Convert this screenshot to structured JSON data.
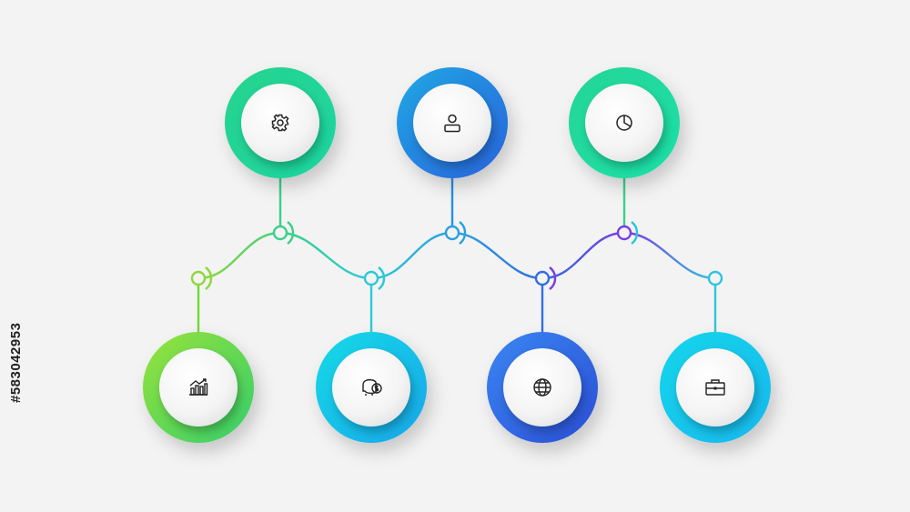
{
  "diagram": {
    "type": "timeline-infographic",
    "nodes": [
      {
        "id": "top-1",
        "row": "top",
        "icon": "gear-icon",
        "colors": [
          "#27d38f",
          "#1cd6a0"
        ]
      },
      {
        "id": "top-2",
        "row": "top",
        "icon": "user-icon",
        "colors": [
          "#1f9be0",
          "#2a6fe0"
        ]
      },
      {
        "id": "top-3",
        "row": "top",
        "icon": "pie-chart-icon",
        "colors": [
          "#22d596",
          "#1ee0a8"
        ]
      },
      {
        "id": "bottom-1",
        "row": "bottom",
        "icon": "bar-chart-growth-icon",
        "colors": [
          "#8ee03a",
          "#3ad26b"
        ]
      },
      {
        "id": "bottom-2",
        "row": "bottom",
        "icon": "piggy-bank-icon",
        "colors": [
          "#12d3e6",
          "#1ab0ea"
        ]
      },
      {
        "id": "bottom-3",
        "row": "bottom",
        "icon": "globe-icon",
        "colors": [
          "#3a7ef0",
          "#2a55d8"
        ]
      },
      {
        "id": "bottom-4",
        "row": "bottom",
        "icon": "briefcase-icon",
        "colors": [
          "#14d2ea",
          "#1ac0ee"
        ]
      }
    ],
    "connector_colors": [
      "#8ed83a",
      "#3ccf8a",
      "#2bc8d8",
      "#2a9fe0",
      "#2f6ee0",
      "#7a3ee0",
      "#2fc4de"
    ]
  },
  "stock_id": "#583042953"
}
